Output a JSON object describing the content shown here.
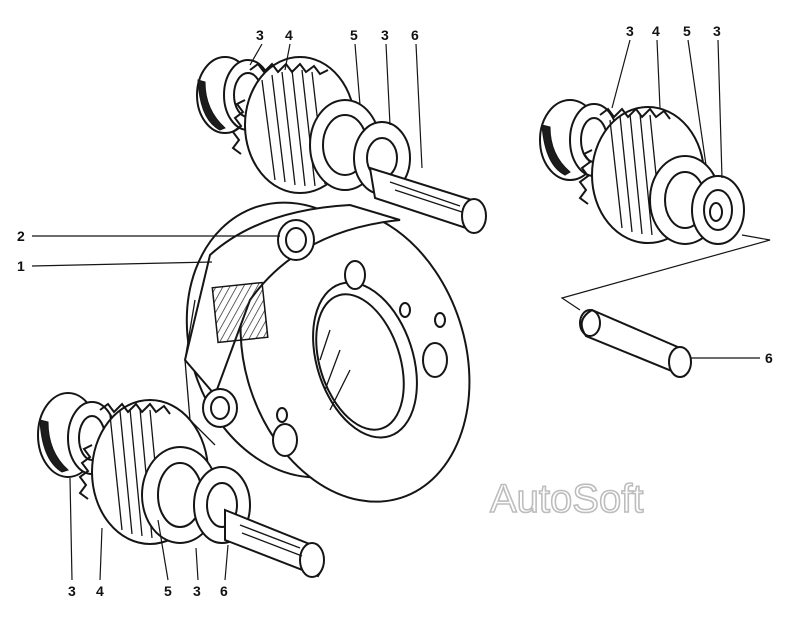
{
  "labels": {
    "top": [
      "3",
      "4",
      "5",
      "3",
      "6"
    ],
    "right": [
      "3",
      "4",
      "5",
      "3"
    ],
    "bottom": [
      "3",
      "4",
      "5",
      "3",
      "6"
    ],
    "left_1": "1",
    "left_2": "2",
    "pin": "6"
  },
  "watermark": "AutoSoft",
  "colors": {
    "ink": "#151515",
    "watermark_stroke": "#bdbdbd"
  }
}
